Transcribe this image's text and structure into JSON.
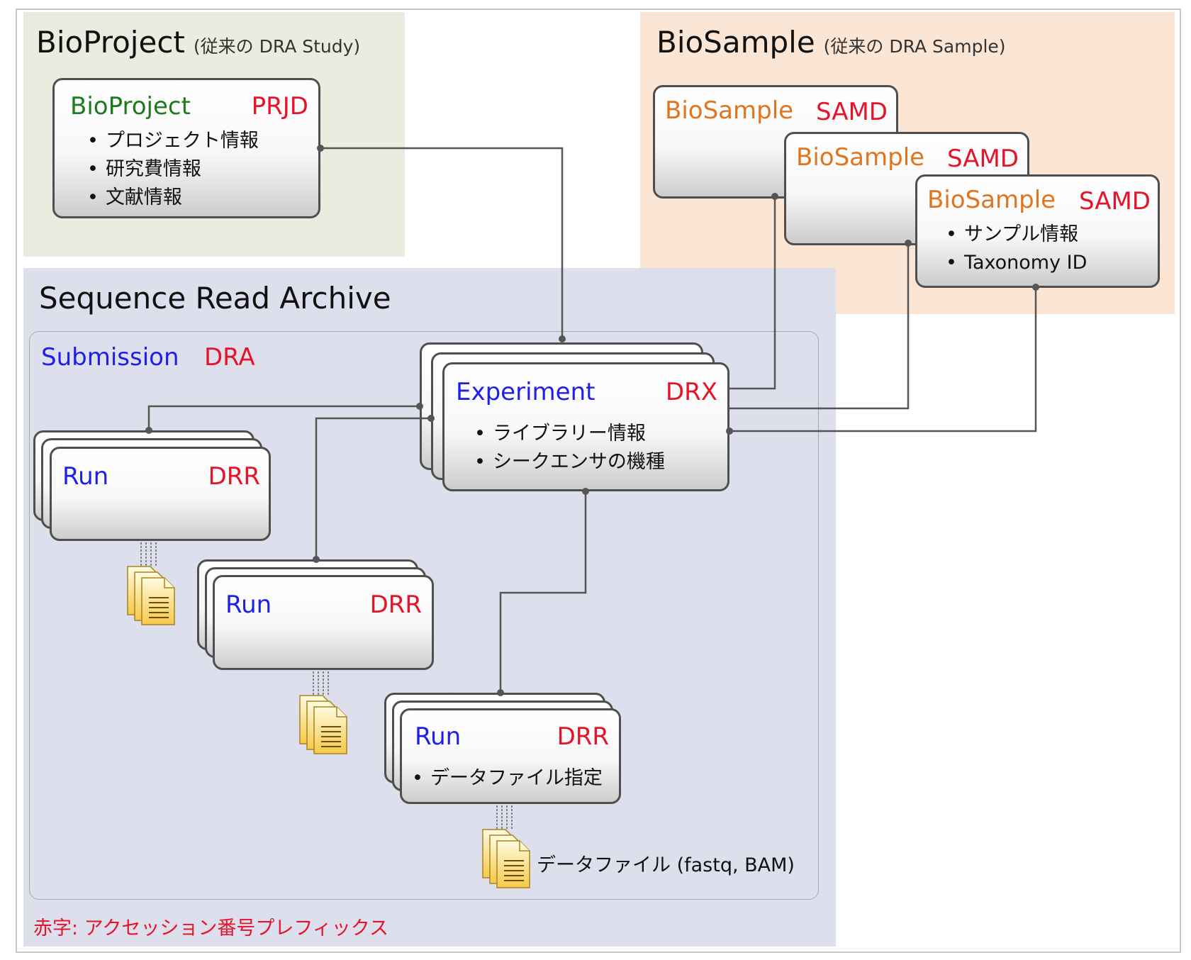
{
  "bioproject_region": {
    "title": "BioProject",
    "subtitle": "(従来の DRA Study)"
  },
  "biosample_region": {
    "title": "BioSample",
    "subtitle": "(従来の DRA Sample)"
  },
  "sra_region": {
    "title": "Sequence Read Archive"
  },
  "submission": {
    "label": "Submission",
    "prefix": "DRA"
  },
  "bioproject_card": {
    "title": "BioProject",
    "prefix": "PRJD",
    "items": [
      "プロジェクト情報",
      "研究費情報",
      "文献情報"
    ]
  },
  "biosample_cards": [
    {
      "title": "BioSample",
      "prefix": "SAMD"
    },
    {
      "title": "BioSample",
      "prefix": "SAMD"
    },
    {
      "title": "BioSample",
      "prefix": "SAMD",
      "items": [
        "サンプル情報",
        "Taxonomy ID"
      ]
    }
  ],
  "experiment_card": {
    "title": "Experiment",
    "prefix": "DRX",
    "items": [
      "ライブラリー情報",
      "シークエンサの機種"
    ]
  },
  "run_cards": [
    {
      "title": "Run",
      "prefix": "DRR"
    },
    {
      "title": "Run",
      "prefix": "DRR"
    },
    {
      "title": "Run",
      "prefix": "DRR",
      "items": [
        "データファイル指定"
      ]
    }
  ],
  "file_caption": "データファイル (fastq, BAM)",
  "legend_note": "赤字: アクセッション番号プレフィックス",
  "colors": {
    "accession_prefix": "#e6142a",
    "sra_entity": "#1f1fe6",
    "bioproject_entity": "#1d7a1d",
    "biosample_entity": "#e0751d",
    "bioproject_bg": "#e9ecde",
    "biosample_bg": "#fbe6d6",
    "sra_bg": "#dde0ec"
  },
  "icons": {
    "data_file": "document-stack-icon"
  }
}
